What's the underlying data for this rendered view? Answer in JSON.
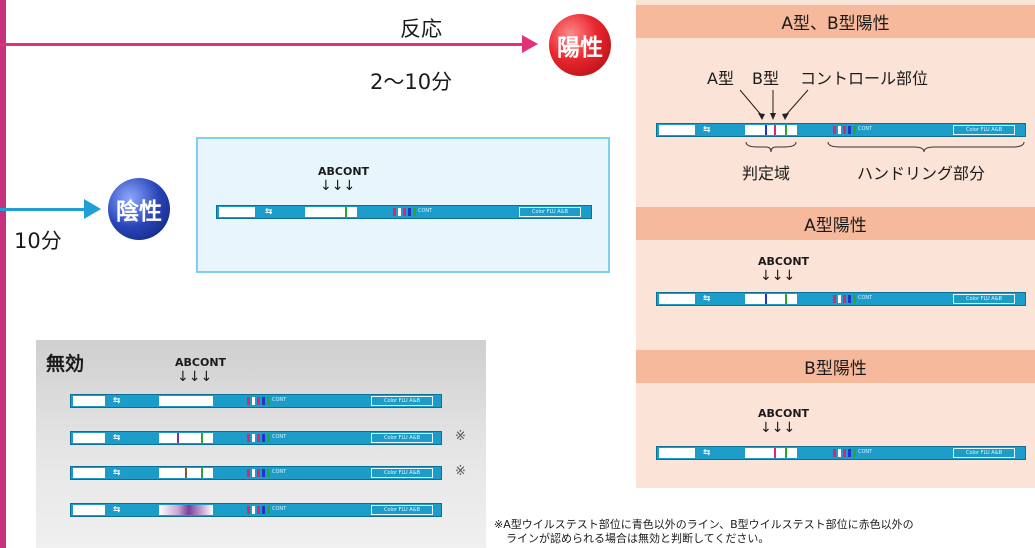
{
  "flow": {
    "reaction_label": "反応",
    "reaction_time": "2〜10分",
    "positive_label": "陽性",
    "negative_label": "陰性",
    "negative_time": "10分"
  },
  "strip_text": {
    "markers": "ABCONT",
    "cont": "CONT",
    "brand": "Color FLU A&B"
  },
  "right": {
    "ab_title": "A型、B型陽性",
    "label_a": "A型",
    "label_b": "B型",
    "label_control": "コントロール部位",
    "label_judgment": "判定域",
    "label_handling": "ハンドリング部分",
    "a_title": "A型陽性",
    "b_title": "B型陽性"
  },
  "invalid": {
    "title": "無効",
    "mark": "※"
  },
  "footnote": {
    "line1": "※A型ウイルステスト部位に青色以外のライン、B型ウイルステスト部位に赤色以外の",
    "line2": "ラインが認められる場合は無効と判断してください。"
  },
  "colors": {
    "pink": "#e2307a",
    "blue": "#1f9fd6",
    "strip": "#1c9cc8",
    "line_a": "#2233cc",
    "line_b": "#d9267b",
    "line_control": "#2fa52f",
    "line_purple": "#7b2fa6"
  }
}
